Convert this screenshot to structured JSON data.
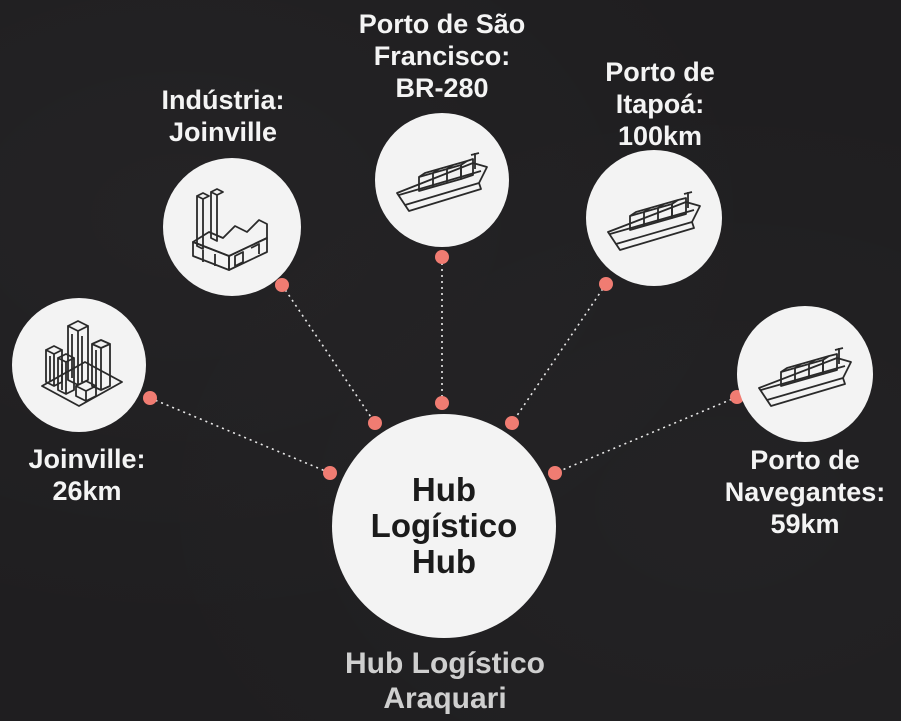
{
  "hub": {
    "label": "Hub\nLogístico\nHub"
  },
  "subtitle": "Hub Logístico\nAraquari",
  "colors": {
    "background": "#1f1e20",
    "node_fill": "#f3f3f3",
    "connector_dot": "#f07c72",
    "text": "#f4f4f4"
  },
  "nodes": [
    {
      "id": "joinville",
      "label": "Joinville:\n26km",
      "icon": "city-buildings-icon"
    },
    {
      "id": "industria",
      "label": "Indústria:\nJoinville",
      "icon": "factory-icon"
    },
    {
      "id": "sao-francisco",
      "label": "Porto de São\nFrancisco:\nBR-280",
      "icon": "cargo-ship-icon"
    },
    {
      "id": "itapoa",
      "label": "Porto de\nItapoá:\n100km",
      "icon": "cargo-ship-icon"
    },
    {
      "id": "navegantes",
      "label": "Porto de\nNavegantes:\n59km",
      "icon": "cargo-ship-icon"
    }
  ]
}
